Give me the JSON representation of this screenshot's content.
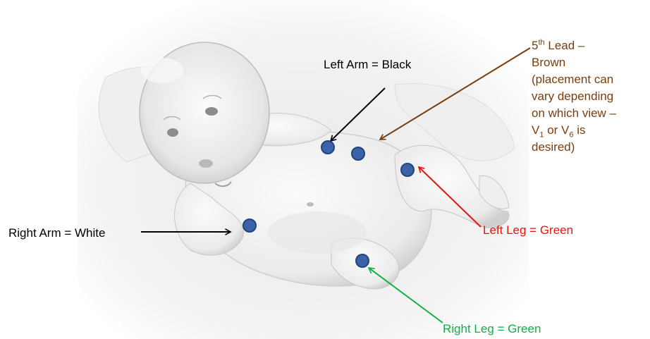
{
  "colors": {
    "left_arm": "#000000",
    "right_arm": "#000000",
    "left_leg": "#e8140c",
    "right_leg": "#10b043",
    "fifth_lead": "#7a3e0c",
    "electrode": "#3c63a8"
  },
  "labels": {
    "left_arm": "Left Arm = Black",
    "right_arm": "Right Arm = White",
    "left_leg": "Left Leg = Green",
    "right_leg": "Right Leg = Green",
    "fifth_lead": {
      "num": "5",
      "sup": "th",
      "line1_rest": " Lead –",
      "line2": "Brown",
      "line3": "(placement can",
      "line4": "vary depending",
      "line5": "on which view –",
      "line6_v1": "V",
      "line6_sub1": "1",
      "line6_or": " or V",
      "line6_sub6": "6",
      "line6_rest": " is",
      "line7": "desired)"
    }
  },
  "electrodes": [
    {
      "id": "left-arm"
    },
    {
      "id": "fifth-lead"
    },
    {
      "id": "left-leg"
    },
    {
      "id": "right-arm"
    },
    {
      "id": "right-leg"
    }
  ]
}
